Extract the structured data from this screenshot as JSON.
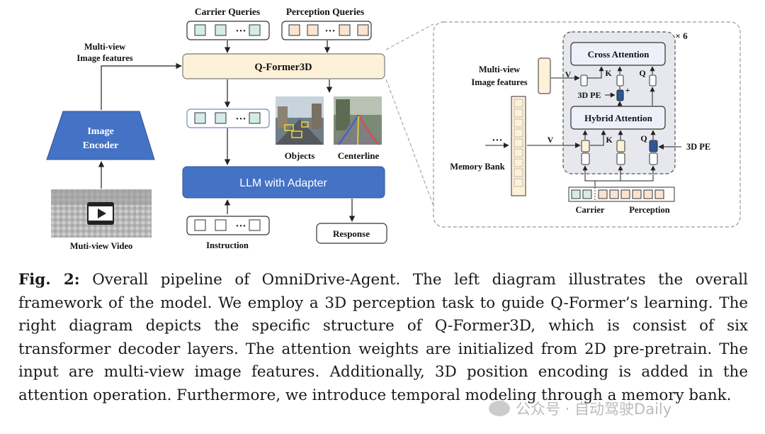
{
  "left": {
    "carrier_queries": "Carrier Queries",
    "perception_queries": "Perception Queries",
    "multiview_features_line1": "Multi-view",
    "multiview_features_line2": "Image features",
    "qformer": "Q-Former3D",
    "encoder_line1": "Image",
    "encoder_line2": "Encoder",
    "video_label": "Muti-view Video",
    "objects_label": "Objects",
    "centerline_label": "Centerline",
    "llm": "LLM with Adapter",
    "instruction": "Instruction",
    "response": "Response",
    "dots": "···"
  },
  "right": {
    "repeat": "× 6",
    "cross_attention": "Cross Attention",
    "hybrid_attention": "Hybrid Attention",
    "features_line1": "Multi-view",
    "features_line2": "Image features",
    "memory_bank": "Memory Bank",
    "pe_3d_inner": "3D PE",
    "pe_3d_outer": "3D PE",
    "v_top": "V",
    "k_top": "K",
    "q_top": "Q",
    "v_bot": "V",
    "k_bot": "K",
    "q_bot": "Q",
    "plus": "+",
    "dots": "···",
    "carrier": "Carrier",
    "perception": "Perception"
  },
  "caption": {
    "label": "Fig. 2:",
    "text": " Overall pipeline of OmniDrive-Agent. The left diagram illustrates the overall framework of the model. We employ a 3D perception task to guide Q-Former’s learning. The right diagram depicts the specific structure of Q-Former3D, which is consist of six transformer decoder layers. The attention weights are initialized from 2D pre-pretrain. The input are multi-view image features. Additionally, 3D position encoding is added in the attention operation. Furthermore, we introduce temporal modeling through a memory bank."
  },
  "watermark": "公众号 · 自动驾驶Daily",
  "colors": {
    "carrier_fill": "#d4ece8",
    "perception_fill": "#fbe3d2",
    "qformer_fill": "#fdf1d8",
    "blue": "#4472c4",
    "inner_panel": "#e6e8ee",
    "attn_fill": "#eef0f9",
    "pe_fill": "#2f5597"
  },
  "icons": [
    "play-icon",
    "right-arrow-icon",
    "down-arrow-icon",
    "up-arrow-icon"
  ]
}
